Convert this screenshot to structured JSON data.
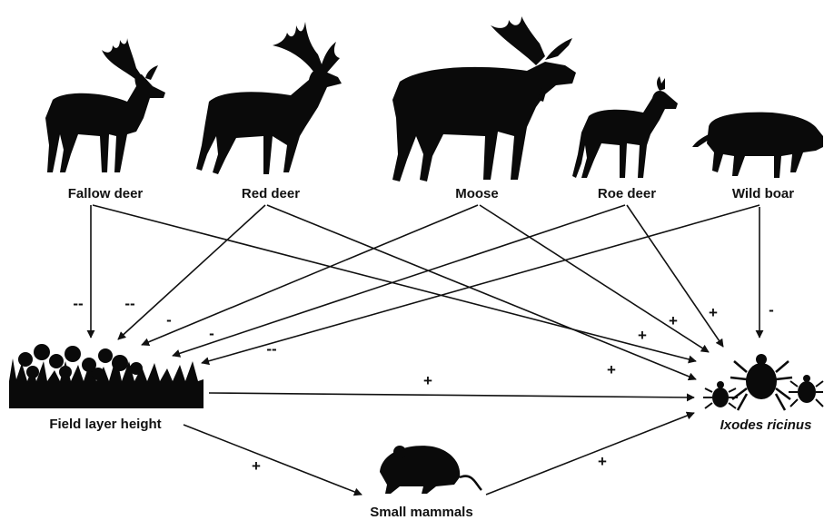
{
  "nodes": {
    "fallow_deer": "Fallow deer",
    "red_deer": "Red deer",
    "moose": "Moose",
    "roe_deer": "Roe deer",
    "wild_boar": "Wild boar",
    "field_layer": "Field layer height",
    "ticks": "Ixodes ricinus",
    "small_mammals": "Small mammals"
  },
  "signs": {
    "fallow_to_field": "--",
    "red_to_field": "--",
    "moose_to_field": "-",
    "roe_to_field": "-",
    "boar_to_field": "--",
    "fallow_to_ticks": "+",
    "red_to_ticks": "+",
    "moose_to_ticks": "+",
    "roe_to_ticks": "+",
    "boar_to_ticks": "-",
    "field_to_ticks": "+",
    "field_to_mammals": "+",
    "mammals_to_ticks": "+"
  }
}
